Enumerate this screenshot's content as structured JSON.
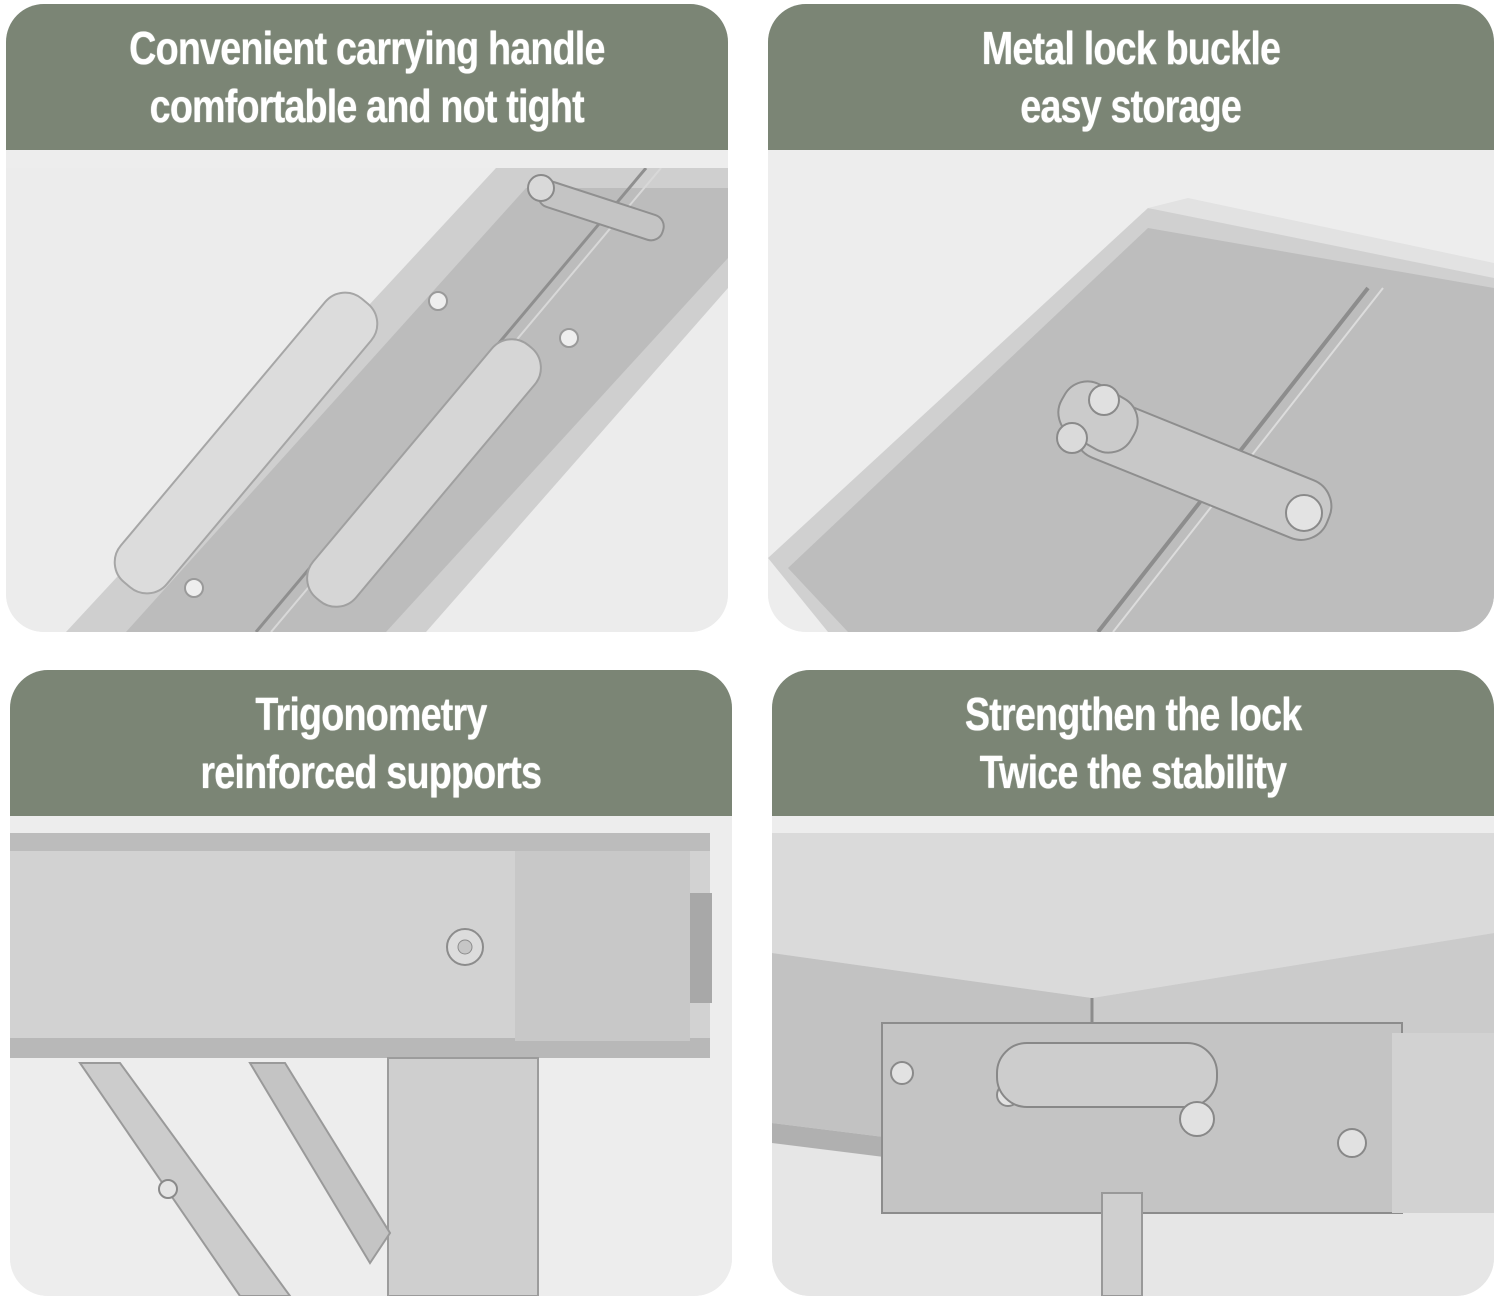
{
  "panels": [
    {
      "id": "handle",
      "line1": "Convenient carrying handle",
      "line2": "comfortable and not tight"
    },
    {
      "id": "buckle",
      "line1": "Metal lock buckle",
      "line2": "easy storage"
    },
    {
      "id": "supports",
      "line1": "Trigonometry",
      "line2": "reinforced supports"
    },
    {
      "id": "lock",
      "line1": "Strengthen the lock",
      "line2": "Twice the stability"
    }
  ],
  "colors": {
    "banner": "#7b8575",
    "banner_text": "#ffffff",
    "photo_bg": "#ededed",
    "metal": "#bdbdbd"
  }
}
